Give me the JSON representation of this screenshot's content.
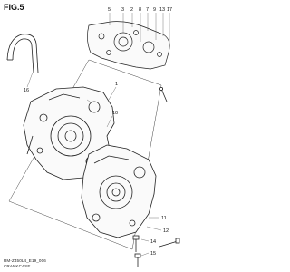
{
  "figure": {
    "label": "FIG.5"
  },
  "footer": {
    "code": "RM-Z450L4_E19_006",
    "title": "CRANKCASE"
  },
  "callouts": [
    "5",
    "3",
    "2",
    "8",
    "7",
    "9",
    "13",
    "17",
    "16",
    "1",
    "10",
    "11",
    "12",
    "14",
    "15"
  ]
}
